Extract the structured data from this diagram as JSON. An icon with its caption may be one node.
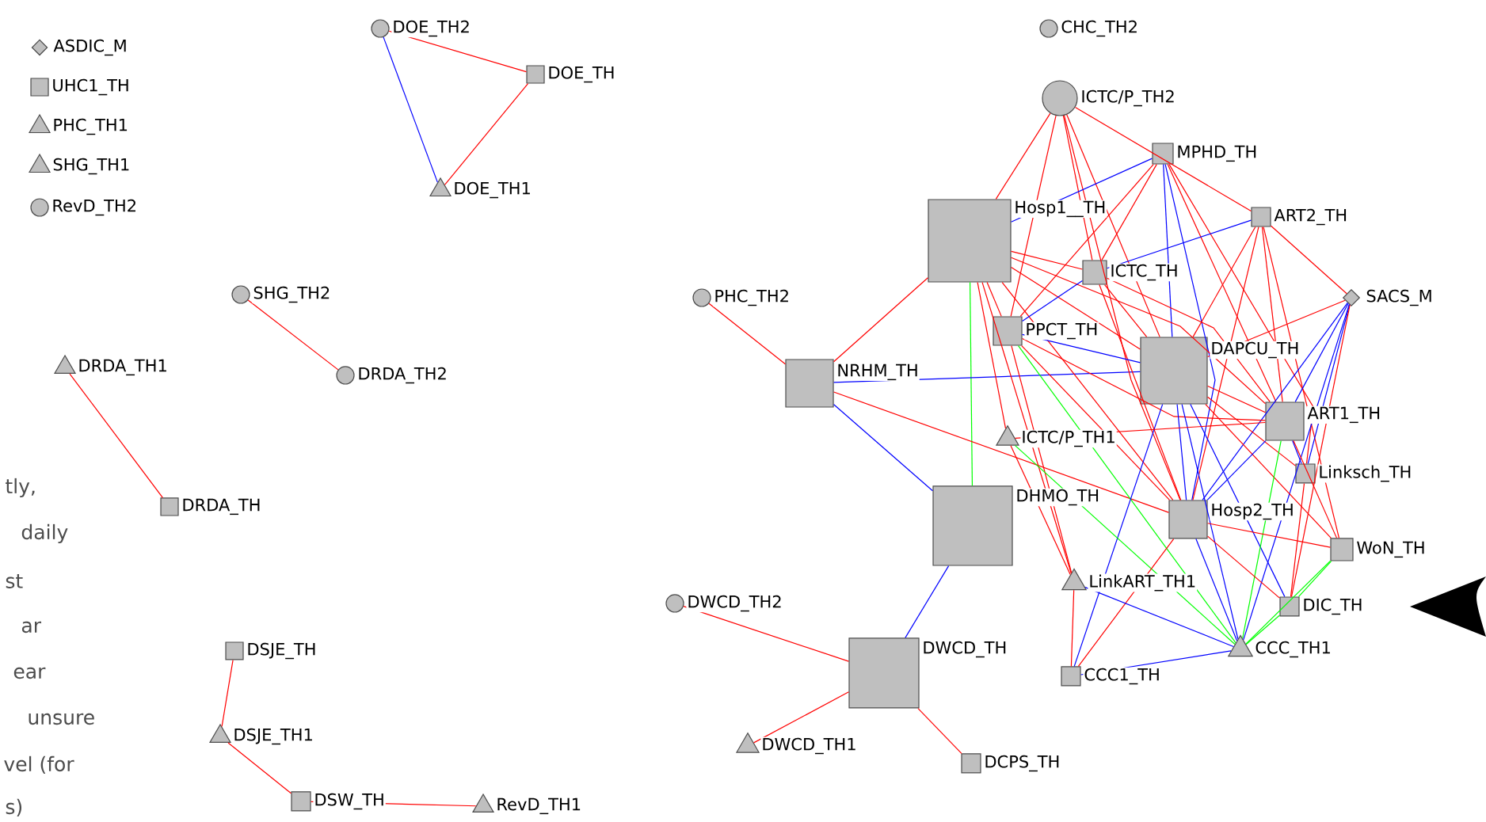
{
  "diagram": {
    "nodes": [
      {
        "text": [
          "ASDIC_M"
        ]
      },
      {
        "text": [
          "UHC1_TH"
        ]
      },
      {
        "text": [
          "PHC_TH1"
        ]
      },
      {
        "text": [
          "SHG_TH1"
        ]
      },
      {
        "text": [
          "RevD_TH2"
        ]
      },
      {
        "text": [
          "DOE_TH2"
        ]
      },
      {
        "text": [
          "DOE_TH"
        ]
      },
      {
        "text": [
          "DOE_TH1"
        ]
      },
      {
        "text": [
          "SHG_TH2"
        ]
      },
      {
        "text": [
          "DRDA_TH2"
        ]
      },
      {
        "text": [
          "DRDA_TH1"
        ]
      },
      {
        "text": [
          "DRDA_TH"
        ]
      },
      {
        "text": [
          "DSJE_TH"
        ]
      },
      {
        "text": [
          "DSJE_TH1"
        ]
      },
      {
        "text": [
          "DSW_TH"
        ]
      },
      {
        "text": [
          "RevD_TH1"
        ]
      },
      {
        "text": [
          "CHC_TH2"
        ]
      },
      {
        "text": [
          "ICTC/P_TH2"
        ]
      },
      {
        "text": [
          "MPHD_TH"
        ]
      },
      {
        "text": [
          "Hosp1__TH"
        ]
      },
      {
        "text": [
          "ART2_TH"
        ]
      },
      {
        "text": [
          "ICTC_TH"
        ]
      },
      {
        "text": [
          "SACS_M"
        ]
      },
      {
        "text": [
          "PHC_TH2"
        ]
      },
      {
        "text": [
          "PPCT_TH"
        ]
      },
      {
        "text": [
          "DAPCU_TH"
        ]
      },
      {
        "text": [
          "NRHM_TH"
        ]
      },
      {
        "text": [
          "ART1_TH"
        ]
      },
      {
        "text": [
          "ICTC/P_TH1"
        ]
      },
      {
        "text": [
          "Linksch_TH"
        ]
      },
      {
        "text": [
          "DHMO_TH"
        ]
      },
      {
        "text": [
          "Hosp2_TH"
        ]
      },
      {
        "text": [
          "WoN_TH"
        ]
      },
      {
        "text": [
          "LinkART_TH1"
        ]
      },
      {
        "text": [
          "DWCD_TH2"
        ]
      },
      {
        "text": [
          "DIC_TH"
        ]
      },
      {
        "text": [
          "CCC_TH1"
        ]
      },
      {
        "text": [
          "DWCD_TH"
        ]
      },
      {
        "text": [
          "CCC1_TH"
        ]
      },
      {
        "text": [
          "DWCD_TH1"
        ]
      },
      {
        "text": [
          "DCPS_TH"
        ]
      }
    ],
    "edges": [
      {
        "from": 5,
        "to": 6,
        "arrow": "none"
      },
      {
        "from": 5,
        "to": 7,
        "arrow": "none",
        "color": "#0000ff"
      },
      {
        "from": 6,
        "to": 7,
        "arrow": "none"
      },
      {
        "from": 8,
        "to": 9,
        "arrow": "none"
      },
      {
        "from": 10,
        "to": 11,
        "arrow": "none"
      },
      {
        "from": 12,
        "to": 13,
        "arrow": "none"
      },
      {
        "from": 13,
        "to": 14,
        "arrow": "none"
      },
      {
        "from": 14,
        "to": 15,
        "arrow": "none"
      },
      {
        "from": 34,
        "to": 37,
        "arrow": "none"
      },
      {
        "from": 37,
        "to": 39,
        "arrow": "none"
      },
      {
        "from": 37,
        "to": 40,
        "arrow": "none"
      },
      {
        "from": 37,
        "to": 30,
        "arrow": "none",
        "color": "#0000ff"
      },
      {
        "from": 30,
        "to": 26,
        "arrow": "none",
        "color": "#0000ff"
      },
      {
        "from": 30,
        "to": 19,
        "arrow": "none",
        "color": "#00ff00"
      },
      {
        "from": 23,
        "to": 26,
        "arrow": "none"
      },
      {
        "from": 26,
        "to": 19,
        "arrow": "none"
      },
      {
        "from": 26,
        "to": 25,
        "arrow": "none",
        "color": "#0000ff"
      },
      {
        "from": 26,
        "to": 31,
        "arrow": "none"
      },
      {
        "from": 17,
        "to": 19,
        "arrow": "none"
      },
      {
        "from": 17,
        "to": 24,
        "arrow": "none"
      },
      {
        "from": 17,
        "to": 25,
        "arrow": "none"
      },
      {
        "from": 17,
        "to": 21,
        "arrow": "none"
      },
      {
        "from": 17,
        "to": 20,
        "arrow": "none"
      },
      {
        "from": 17,
        "to": 31,
        "arrow": "none"
      },
      {
        "from": 18,
        "to": 19,
        "arrow": "none",
        "color": "#0000ff"
      },
      {
        "from": 18,
        "to": 21,
        "arrow": "none"
      },
      {
        "from": 18,
        "to": 25,
        "arrow": "none",
        "color": "#0000ff"
      },
      {
        "from": 18,
        "to": 27,
        "arrow": "none"
      },
      {
        "from": 18,
        "to": 31,
        "arrow": "none",
        "color": "#0000ff"
      },
      {
        "from": 18,
        "to": 29,
        "arrow": "none"
      },
      {
        "from": 18,
        "to": 24,
        "arrow": "none"
      },
      {
        "from": 20,
        "to": 21,
        "arrow": "none",
        "color": "#0000ff"
      },
      {
        "from": 20,
        "to": 22,
        "arrow": "none"
      },
      {
        "from": 20,
        "to": 25,
        "arrow": "none"
      },
      {
        "from": 20,
        "to": 27,
        "arrow": "none"
      },
      {
        "from": 20,
        "to": 31,
        "arrow": "none"
      },
      {
        "from": 20,
        "to": 32,
        "arrow": "none"
      },
      {
        "from": 22,
        "to": 25,
        "arrow": "none"
      },
      {
        "from": 22,
        "to": 27,
        "arrow": "none",
        "color": "#0000ff"
      },
      {
        "from": 22,
        "to": 31,
        "arrow": "none",
        "color": "#0000ff"
      },
      {
        "from": 22,
        "to": 29,
        "arrow": "none",
        "color": "#0000ff"
      },
      {
        "from": 22,
        "to": 35,
        "arrow": "none"
      },
      {
        "from": 22,
        "to": 36,
        "arrow": "none",
        "color": "#0000ff"
      },
      {
        "from": 19,
        "to": 24,
        "arrow": "none"
      },
      {
        "from": 19,
        "to": 21,
        "arrow": "none"
      },
      {
        "from": 19,
        "to": 25,
        "arrow": "none"
      },
      {
        "from": 19,
        "to": 27,
        "arrow": "none"
      },
      {
        "from": 19,
        "to": 31,
        "arrow": "none"
      },
      {
        "from": 19,
        "to": 33,
        "arrow": "none"
      },
      {
        "from": 19,
        "to": 28,
        "arrow": "none"
      },
      {
        "from": 21,
        "to": 25,
        "arrow": "none"
      },
      {
        "from": 21,
        "to": 27,
        "arrow": "none"
      },
      {
        "from": 21,
        "to": 31,
        "arrow": "none"
      },
      {
        "from": 21,
        "to": 24,
        "arrow": "none",
        "color": "#0000ff"
      },
      {
        "from": 24,
        "to": 25,
        "arrow": "none",
        "color": "#0000ff"
      },
      {
        "from": 24,
        "to": 36,
        "arrow": "none",
        "color": "#00ff00"
      },
      {
        "from": 24,
        "to": 33,
        "arrow": "none"
      },
      {
        "from": 24,
        "to": 27,
        "arrow": "none"
      },
      {
        "from": 24,
        "to": 31,
        "arrow": "none"
      },
      {
        "from": 25,
        "to": 27,
        "arrow": "none"
      },
      {
        "from": 25,
        "to": 29,
        "arrow": "none"
      },
      {
        "from": 25,
        "to": 31,
        "arrow": "none",
        "color": "#0000ff"
      },
      {
        "from": 25,
        "to": 36,
        "arrow": "none",
        "color": "#0000ff"
      },
      {
        "from": 25,
        "to": 35,
        "arrow": "none",
        "color": "#0000ff"
      },
      {
        "from": 25,
        "to": 38,
        "arrow": "none",
        "color": "#0000ff"
      },
      {
        "from": 25,
        "to": 32,
        "arrow": "none"
      },
      {
        "from": 28,
        "to": 27,
        "arrow": "none"
      },
      {
        "from": 28,
        "to": 36,
        "arrow": "none",
        "color": "#00ff00"
      },
      {
        "from": 28,
        "to": 33,
        "arrow": "none"
      },
      {
        "from": 27,
        "to": 36,
        "arrow": "none",
        "color": "#00ff00"
      },
      {
        "from": 27,
        "to": 31,
        "arrow": "none",
        "color": "#0000ff"
      },
      {
        "from": 27,
        "to": 29,
        "arrow": "none",
        "color": "#0000ff"
      },
      {
        "from": 27,
        "to": 32,
        "arrow": "none"
      },
      {
        "from": 31,
        "to": 32,
        "arrow": "none"
      },
      {
        "from": 31,
        "to": 36,
        "arrow": "none",
        "color": "#0000ff"
      },
      {
        "from": 31,
        "to": 38,
        "arrow": "none"
      },
      {
        "from": 31,
        "to": 35,
        "arrow": "none"
      },
      {
        "from": 33,
        "to": 38,
        "arrow": "none"
      },
      {
        "from": 33,
        "to": 36,
        "arrow": "none",
        "color": "#0000ff"
      },
      {
        "from": 32,
        "to": 35,
        "arrow": "none",
        "color": "#00ff00"
      },
      {
        "from": 32,
        "to": 36,
        "arrow": "none",
        "color": "#00ff00"
      },
      {
        "from": 29,
        "to": 35,
        "arrow": "none"
      },
      {
        "from": 35,
        "to": 36,
        "arrow": "none",
        "color": "#00ff00"
      },
      {
        "from": 36,
        "to": 38,
        "arrow": "none",
        "color": "#0000ff"
      }
    ],
    "labels": [
      "tly,",
      "daily",
      "st",
      "ar",
      "ear",
      "unsure",
      "vel (for",
      "s)"
    ]
  }
}
